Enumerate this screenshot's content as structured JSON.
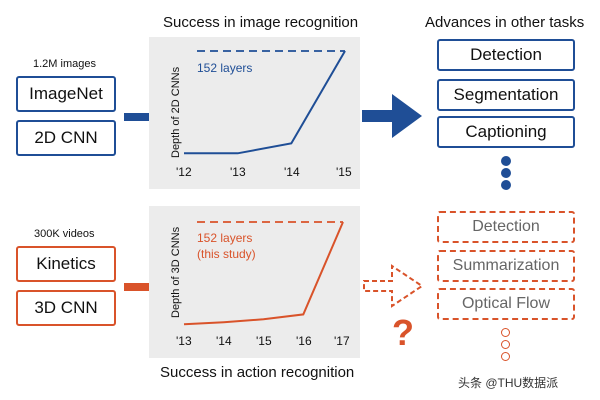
{
  "top": {
    "input_note": "1.2M images",
    "dataset_label": "ImageNet",
    "model_label": "2D CNN",
    "panel_title": "Success in image recognition",
    "y_axis_label": "Depth of 2D CNNs",
    "annotation": "152 layers",
    "x_ticks": [
      "'12",
      "'13",
      "'14",
      "'15"
    ],
    "tasks_title": "Advances in other tasks",
    "tasks": [
      "Detection",
      "Segmentation",
      "Captioning"
    ]
  },
  "bottom": {
    "input_note": "300K videos",
    "dataset_label": "Kinetics",
    "model_label": "3D CNN",
    "panel_title": "Success in action recognition",
    "y_axis_label": "Depth of 3D CNNs",
    "annotation_line1": "152 layers",
    "annotation_line2": "(this study)",
    "x_ticks": [
      "'13",
      "'14",
      "'15",
      "'16",
      "'17"
    ],
    "question_mark": "?",
    "tasks": [
      "Detection",
      "Summarization",
      "Optical Flow"
    ]
  },
  "watermark": "头条 @THU数据派",
  "colors": {
    "blue": "#1f4e96",
    "orange": "#d9532a",
    "panel_bg": "#ececec"
  },
  "chart_data": [
    {
      "type": "line",
      "y_axis_label": "Depth of 2D CNNs",
      "x": [
        "'12",
        "'13",
        "'14",
        "'15"
      ],
      "series": [
        {
          "values": [
            8,
            8,
            22,
            152
          ]
        }
      ],
      "reference_line": 152,
      "annotation": "152 layers"
    },
    {
      "type": "line",
      "y_axis_label": "Depth of 3D CNNs",
      "x": [
        "'13",
        "'14",
        "'15",
        "'16",
        "'17"
      ],
      "series": [
        {
          "values": [
            8,
            11,
            15,
            22,
            152
          ]
        }
      ],
      "reference_line": 152,
      "annotation": "152 layers (this study)"
    }
  ]
}
